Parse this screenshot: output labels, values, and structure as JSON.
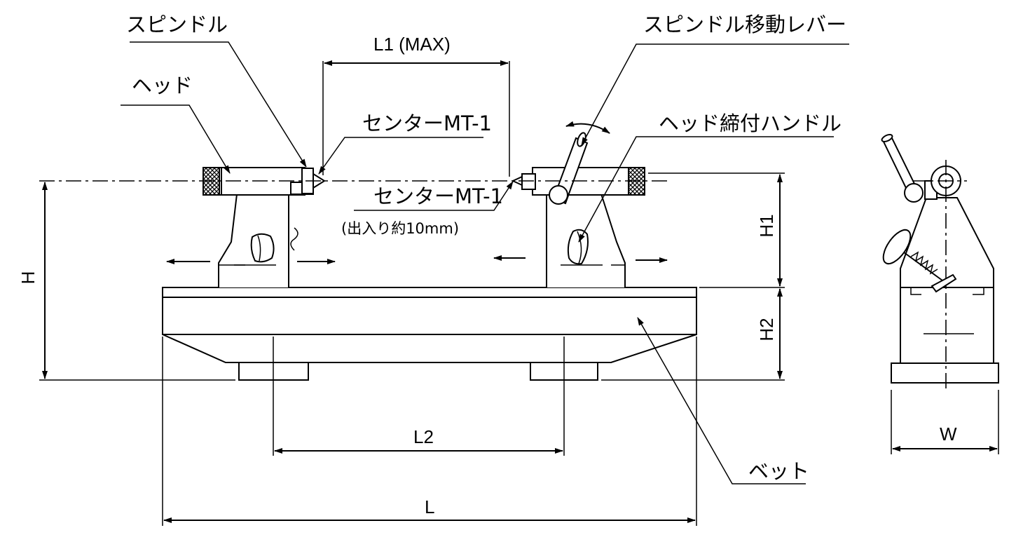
{
  "labels": {
    "spindle": "スピンドル",
    "spindle_lever": "スピンドル移動レバー",
    "head": "ヘッド",
    "center_left": "センターMT-1",
    "center_right": "センターMT-1",
    "center_note": "(出入り約10mm)",
    "head_handle": "ヘッド締付ハンドル",
    "bed": "ベット"
  },
  "dimensions": {
    "L1": "L1 (MAX)",
    "H": "H",
    "H1": "H1",
    "H2": "H2",
    "L2": "L2",
    "L": "L",
    "W": "W"
  }
}
